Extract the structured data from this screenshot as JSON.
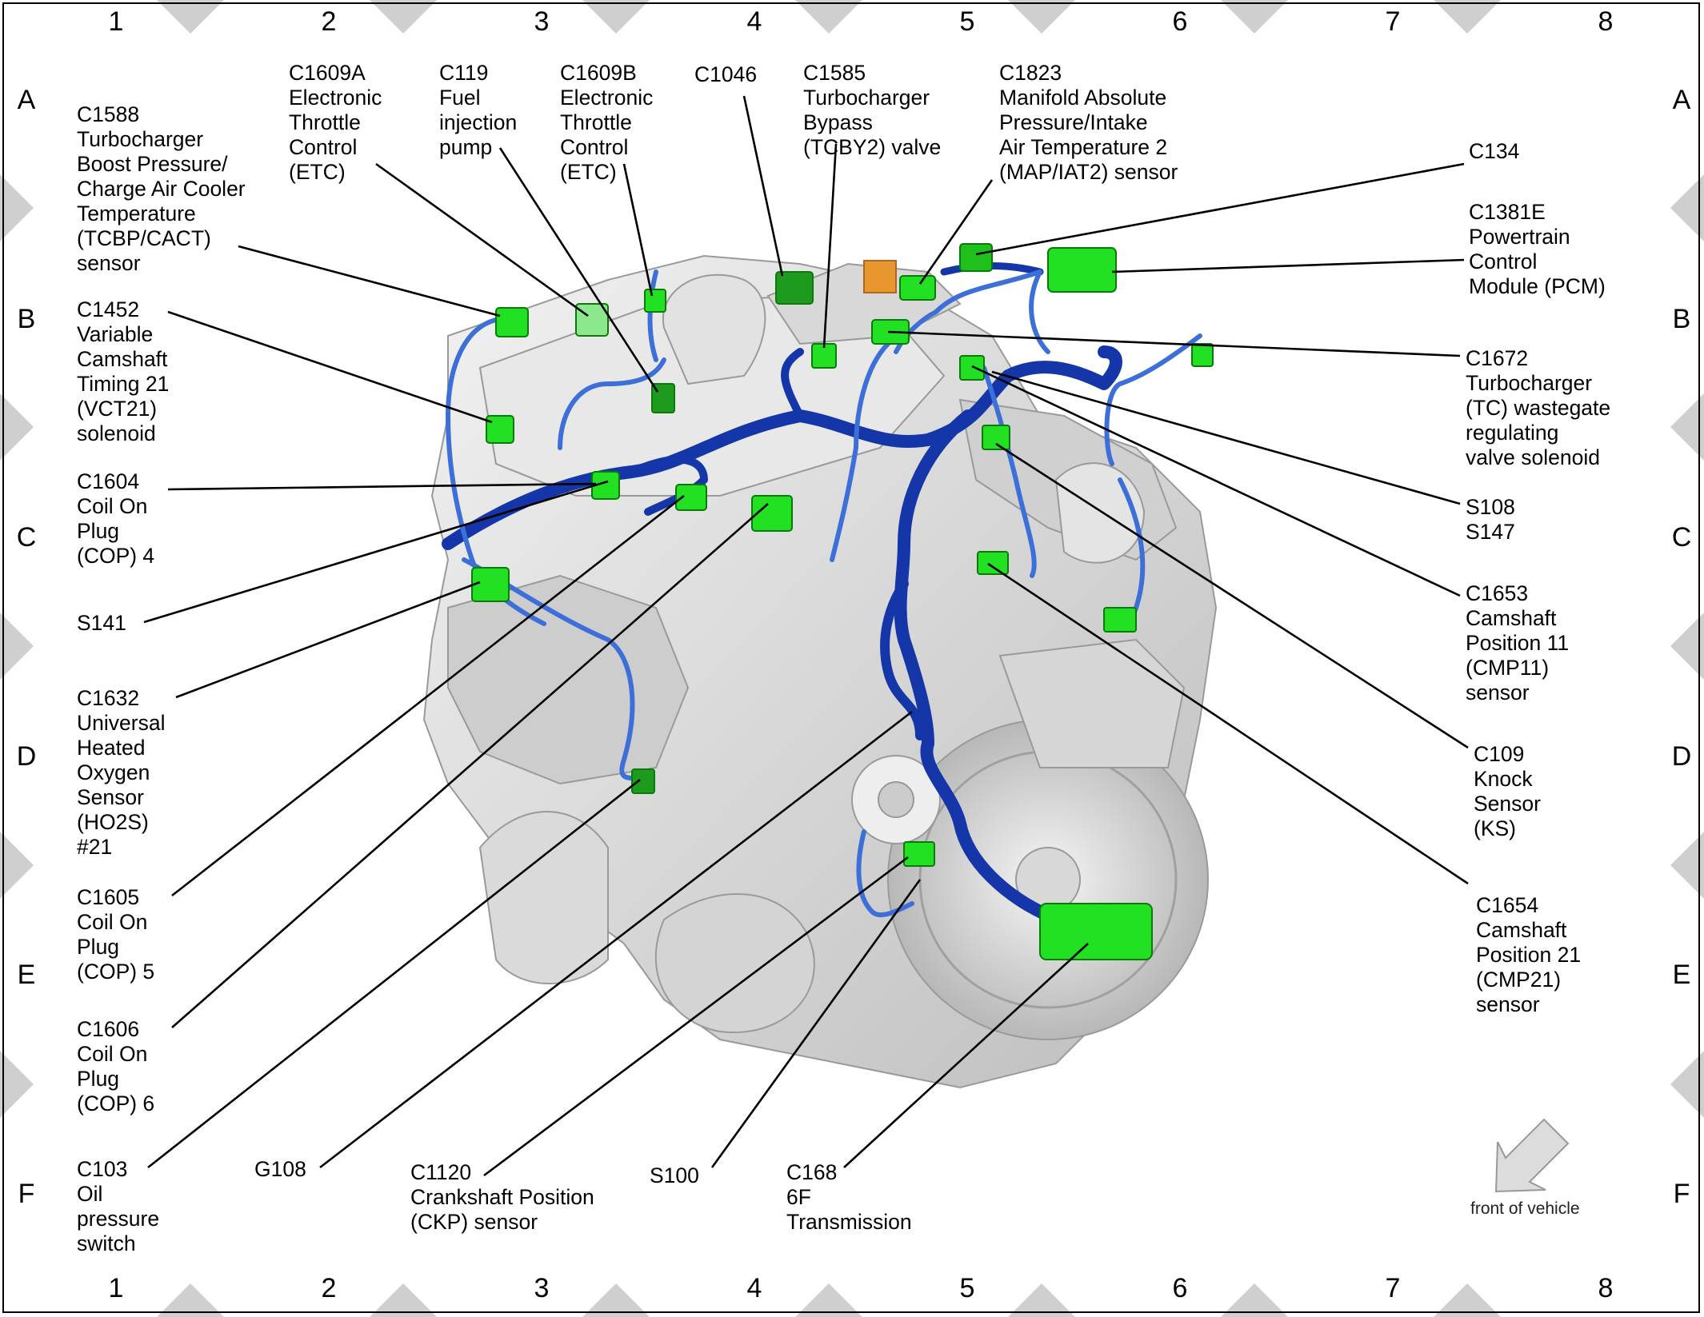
{
  "grid": {
    "columns": [
      "1",
      "2",
      "3",
      "4",
      "5",
      "6",
      "7",
      "8"
    ],
    "rows": [
      "A",
      "B",
      "C",
      "D",
      "E",
      "F"
    ]
  },
  "callouts": [
    {
      "id": "c1588",
      "text": "C1588\nTurbocharger\nBoost Pressure/\nCharge Air Cooler\nTemperature\n(TCBP/CACT)\nsensor"
    },
    {
      "id": "c1609a",
      "text": "C1609A\nElectronic\nThrottle\nControl\n(ETC)"
    },
    {
      "id": "c119",
      "text": "C119\nFuel\ninjection\npump"
    },
    {
      "id": "c1609b",
      "text": "C1609B\nElectronic\nThrottle\nControl\n(ETC)"
    },
    {
      "id": "c1046",
      "text": "C1046"
    },
    {
      "id": "c1585",
      "text": "C1585\nTurbocharger\nBypass\n(TCBY2) valve"
    },
    {
      "id": "c1823",
      "text": "C1823\nManifold Absolute\nPressure/Intake\nAir Temperature 2\n(MAP/IAT2) sensor"
    },
    {
      "id": "c134",
      "text": "C134"
    },
    {
      "id": "c1381e",
      "text": "C1381E\nPowertrain\nControl\nModule (PCM)"
    },
    {
      "id": "c1452",
      "text": "C1452\nVariable\nCamshaft\nTiming 21\n(VCT21)\nsolenoid"
    },
    {
      "id": "c1672",
      "text": "C1672\nTurbocharger\n(TC) wastegate\nregulating\nvalve solenoid"
    },
    {
      "id": "c1604",
      "text": "C1604\nCoil On\nPlug\n(COP) 4"
    },
    {
      "id": "s108",
      "text": "S108\nS147"
    },
    {
      "id": "s141",
      "text": "S141"
    },
    {
      "id": "c1653",
      "text": "C1653\nCamshaft\nPosition 11\n(CMP11)\nsensor"
    },
    {
      "id": "c1632",
      "text": "C1632\nUniversal\nHeated\nOxygen\nSensor\n(HO2S)\n#21"
    },
    {
      "id": "c109",
      "text": "C109\nKnock\nSensor\n(KS)"
    },
    {
      "id": "c1605",
      "text": "C1605\nCoil On\nPlug\n(COP) 5"
    },
    {
      "id": "c1654",
      "text": "C1654\nCamshaft\nPosition 21\n(CMP21)\nsensor"
    },
    {
      "id": "c1606",
      "text": "C1606\nCoil On\nPlug\n(COP) 6"
    },
    {
      "id": "c103",
      "text": "C103\nOil\npressure\nswitch"
    },
    {
      "id": "g108",
      "text": "G108"
    },
    {
      "id": "c1120",
      "text": "C1120\nCrankshaft Position\n(CKP) sensor"
    },
    {
      "id": "s100",
      "text": "S100"
    },
    {
      "id": "c168",
      "text": "C168\n6F\nTransmission"
    }
  ],
  "front_of_vehicle": "front of vehicle",
  "colors": {
    "harness": "#1436a8",
    "harness_light": "#3d6fd8",
    "connector": "#22e022",
    "engine": "#dcdcdc",
    "diamond": "#cfcfcf",
    "accent_orange": "#e8962e"
  }
}
